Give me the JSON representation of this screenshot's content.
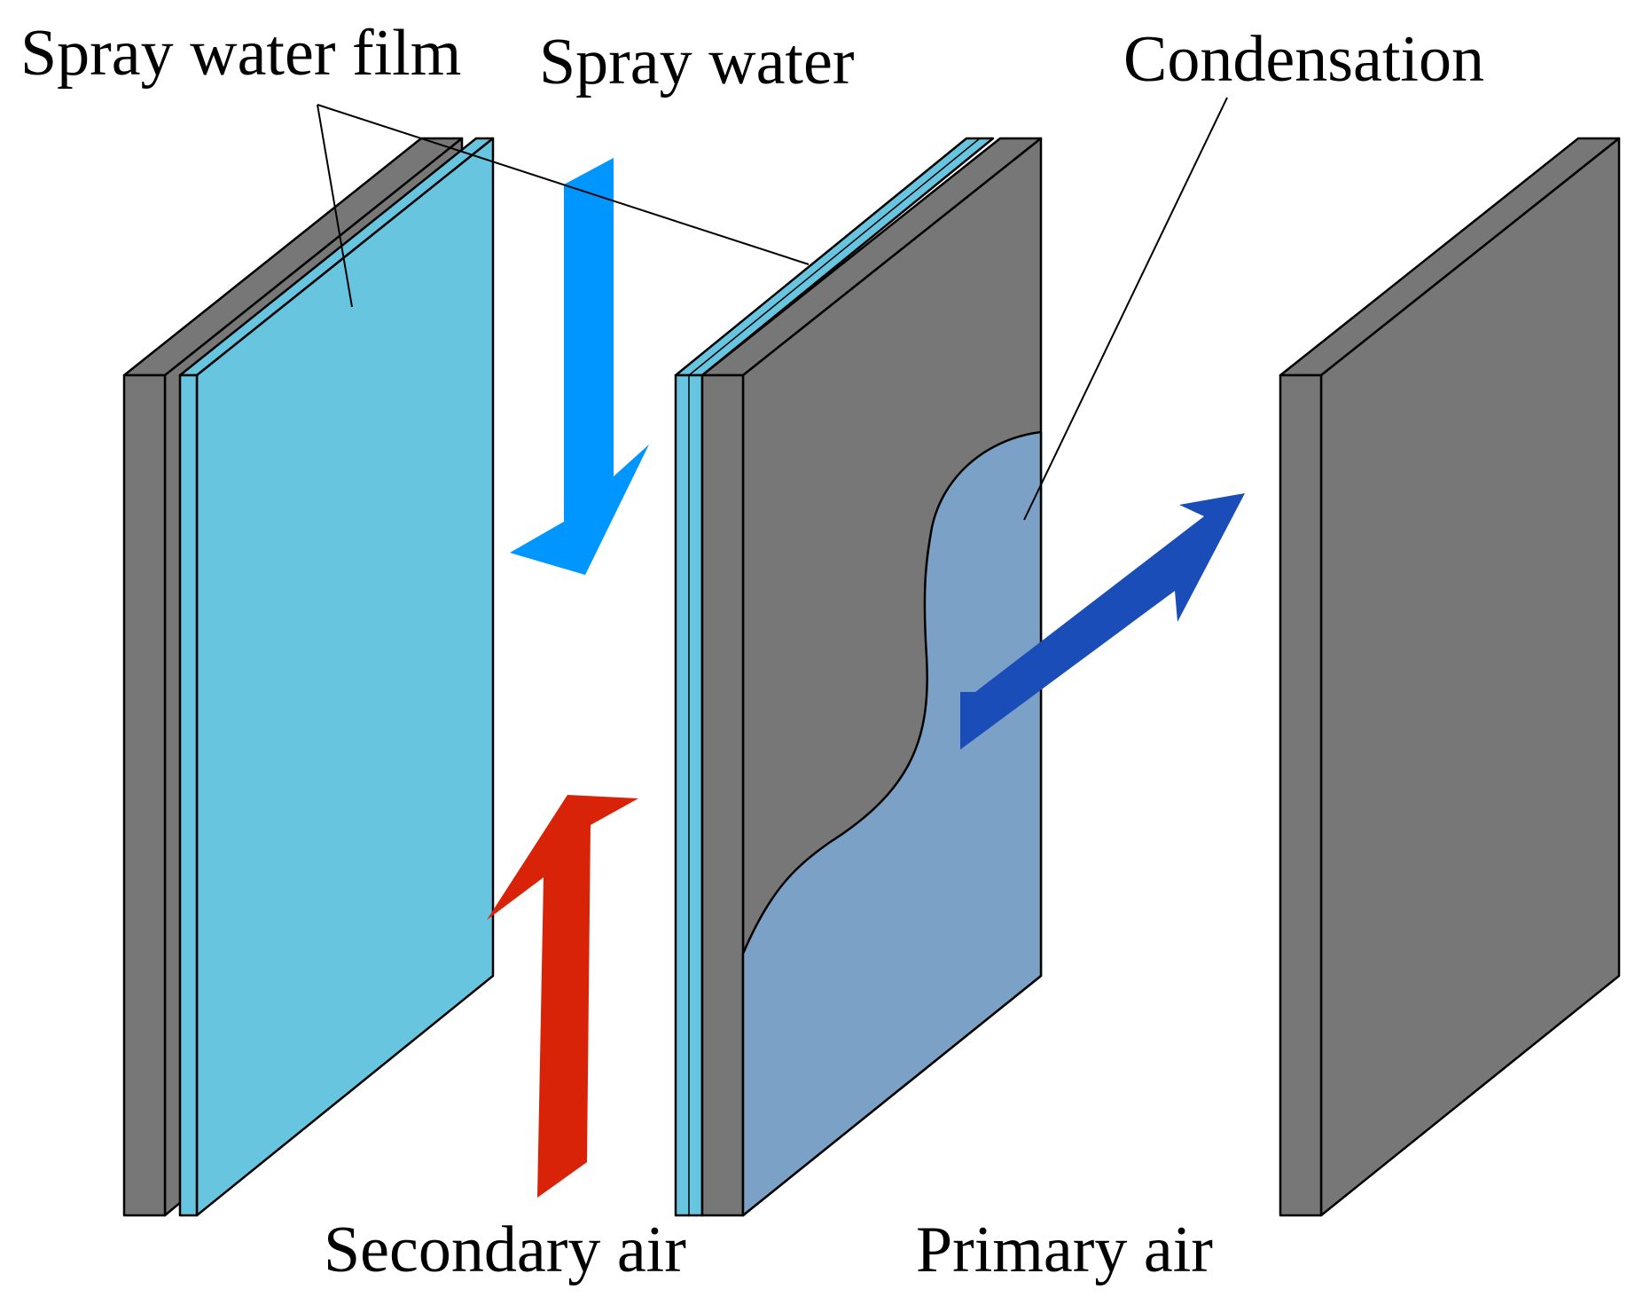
{
  "labels": {
    "spray_water_film": "Spray water film",
    "spray_water": "Spray water",
    "condensation": "Condensation",
    "secondary_air": "Secondary air",
    "primary_air": "Primary air"
  },
  "colors": {
    "plate_gray": "#777777",
    "water_film": "#67c5e0",
    "condensation": "#7ba2c6",
    "spray_water_arrow": "#0096ff",
    "secondary_air_arrow": "#d92308",
    "primary_air_arrow": "#1a4db8",
    "outline": "#000000"
  }
}
